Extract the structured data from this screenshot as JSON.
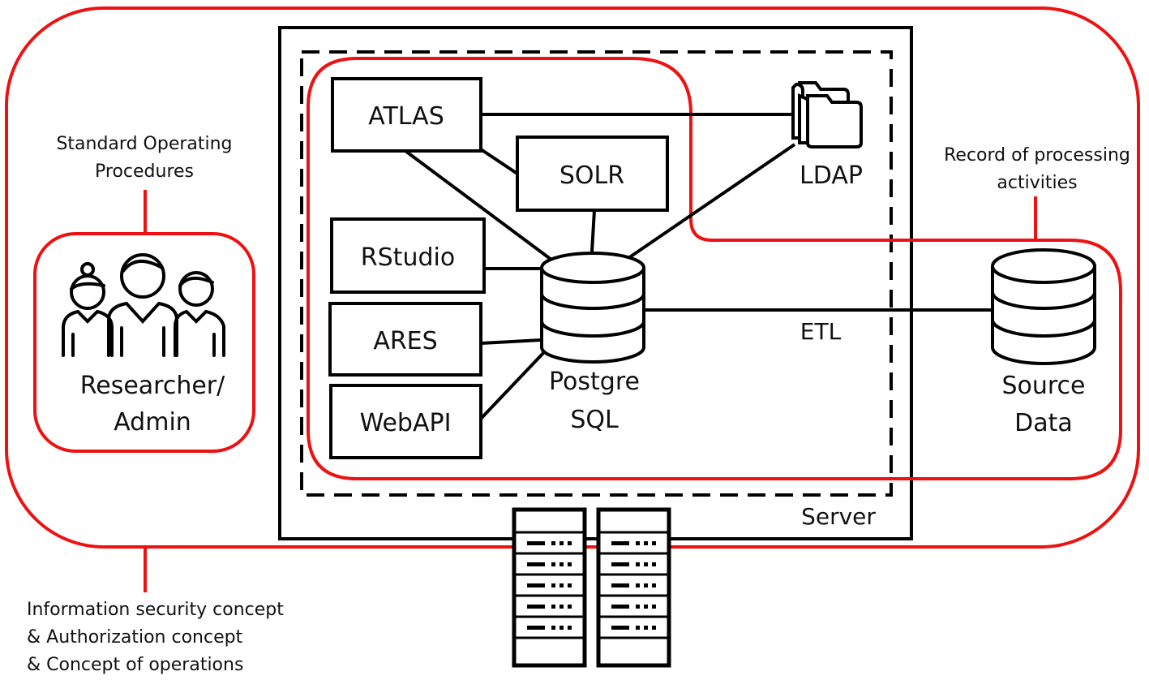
{
  "annotations": {
    "sop_line1": "Standard Operating",
    "sop_line2": "Procedures",
    "ropa_line1": "Record of processing",
    "ropa_line2": "activities",
    "concept_line1": "Information security concept",
    "concept_line2": "& Authorization concept",
    "concept_line3": "& Concept of operations"
  },
  "actors": {
    "line1": "Researcher/",
    "line2": "Admin",
    "icon": "people-group-icon"
  },
  "components": {
    "atlas": "ATLAS",
    "solr": "SOLR",
    "rstudio": "RStudio",
    "ares": "ARES",
    "webapi": "WebAPI",
    "ldap": "LDAP",
    "postgres_line1": "Postgre",
    "postgres_line2": "SQL",
    "source_line1": "Source",
    "source_line2": "Data",
    "etl": "ETL",
    "server": "Server"
  },
  "icons": {
    "database": "database-icon",
    "folders": "folder-stack-icon",
    "server_rack": "server-rack-icon"
  },
  "colors": {
    "boundary": "#e11111",
    "stroke": "#000000"
  }
}
